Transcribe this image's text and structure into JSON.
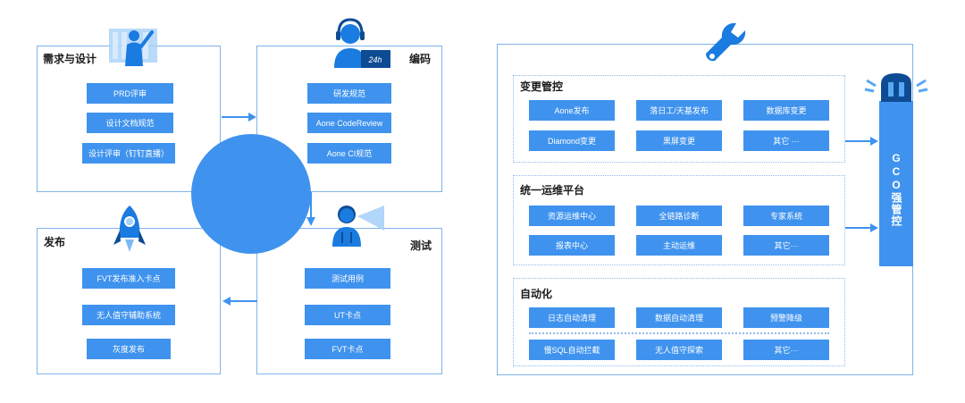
{
  "left": {
    "requirements": {
      "title": "需求与设计",
      "items": [
        "PRD评审",
        "设计文档规范",
        "设计评审（钉钉直播）"
      ]
    },
    "coding": {
      "title": "编码",
      "badge": "24h",
      "items": [
        "研发规范",
        "Aone CodeReview",
        "Aone CI规范"
      ]
    },
    "release": {
      "title": "发布",
      "items": [
        "FVT发布准入卡点",
        "无人值守辅助系统",
        "灰度发布"
      ]
    },
    "testing": {
      "title": "测试",
      "items": [
        "测试用例",
        "UT卡点",
        "FVT卡点"
      ]
    }
  },
  "right": {
    "change": {
      "title": "变更管控",
      "items": [
        "Aone发布",
        "落日工/天基发布",
        "数据库变更",
        "Diamond变更",
        "黑屏变更",
        "其它 ···"
      ]
    },
    "ops": {
      "title": "统一运维平台",
      "items": [
        "资源运维中心",
        "全链路诊断",
        "专家系统",
        "报表中心",
        "主动运维",
        "其它···"
      ]
    },
    "auto": {
      "title": "自动化",
      "items": [
        "日志自动清理",
        "数据自动清理",
        "预警降级",
        "慢SQL自动拦截",
        "无人值守探索",
        "其它···"
      ]
    },
    "gco": {
      "label": "GCO强管控"
    }
  },
  "colors": {
    "accent": "#3f93ee",
    "border": "#7fb3e9",
    "text": "#1b1b1b"
  },
  "icons": [
    "presenter-icon",
    "headset-24h-icon",
    "rocket-icon",
    "tester-icon",
    "wrench-icon",
    "siren-icon"
  ]
}
